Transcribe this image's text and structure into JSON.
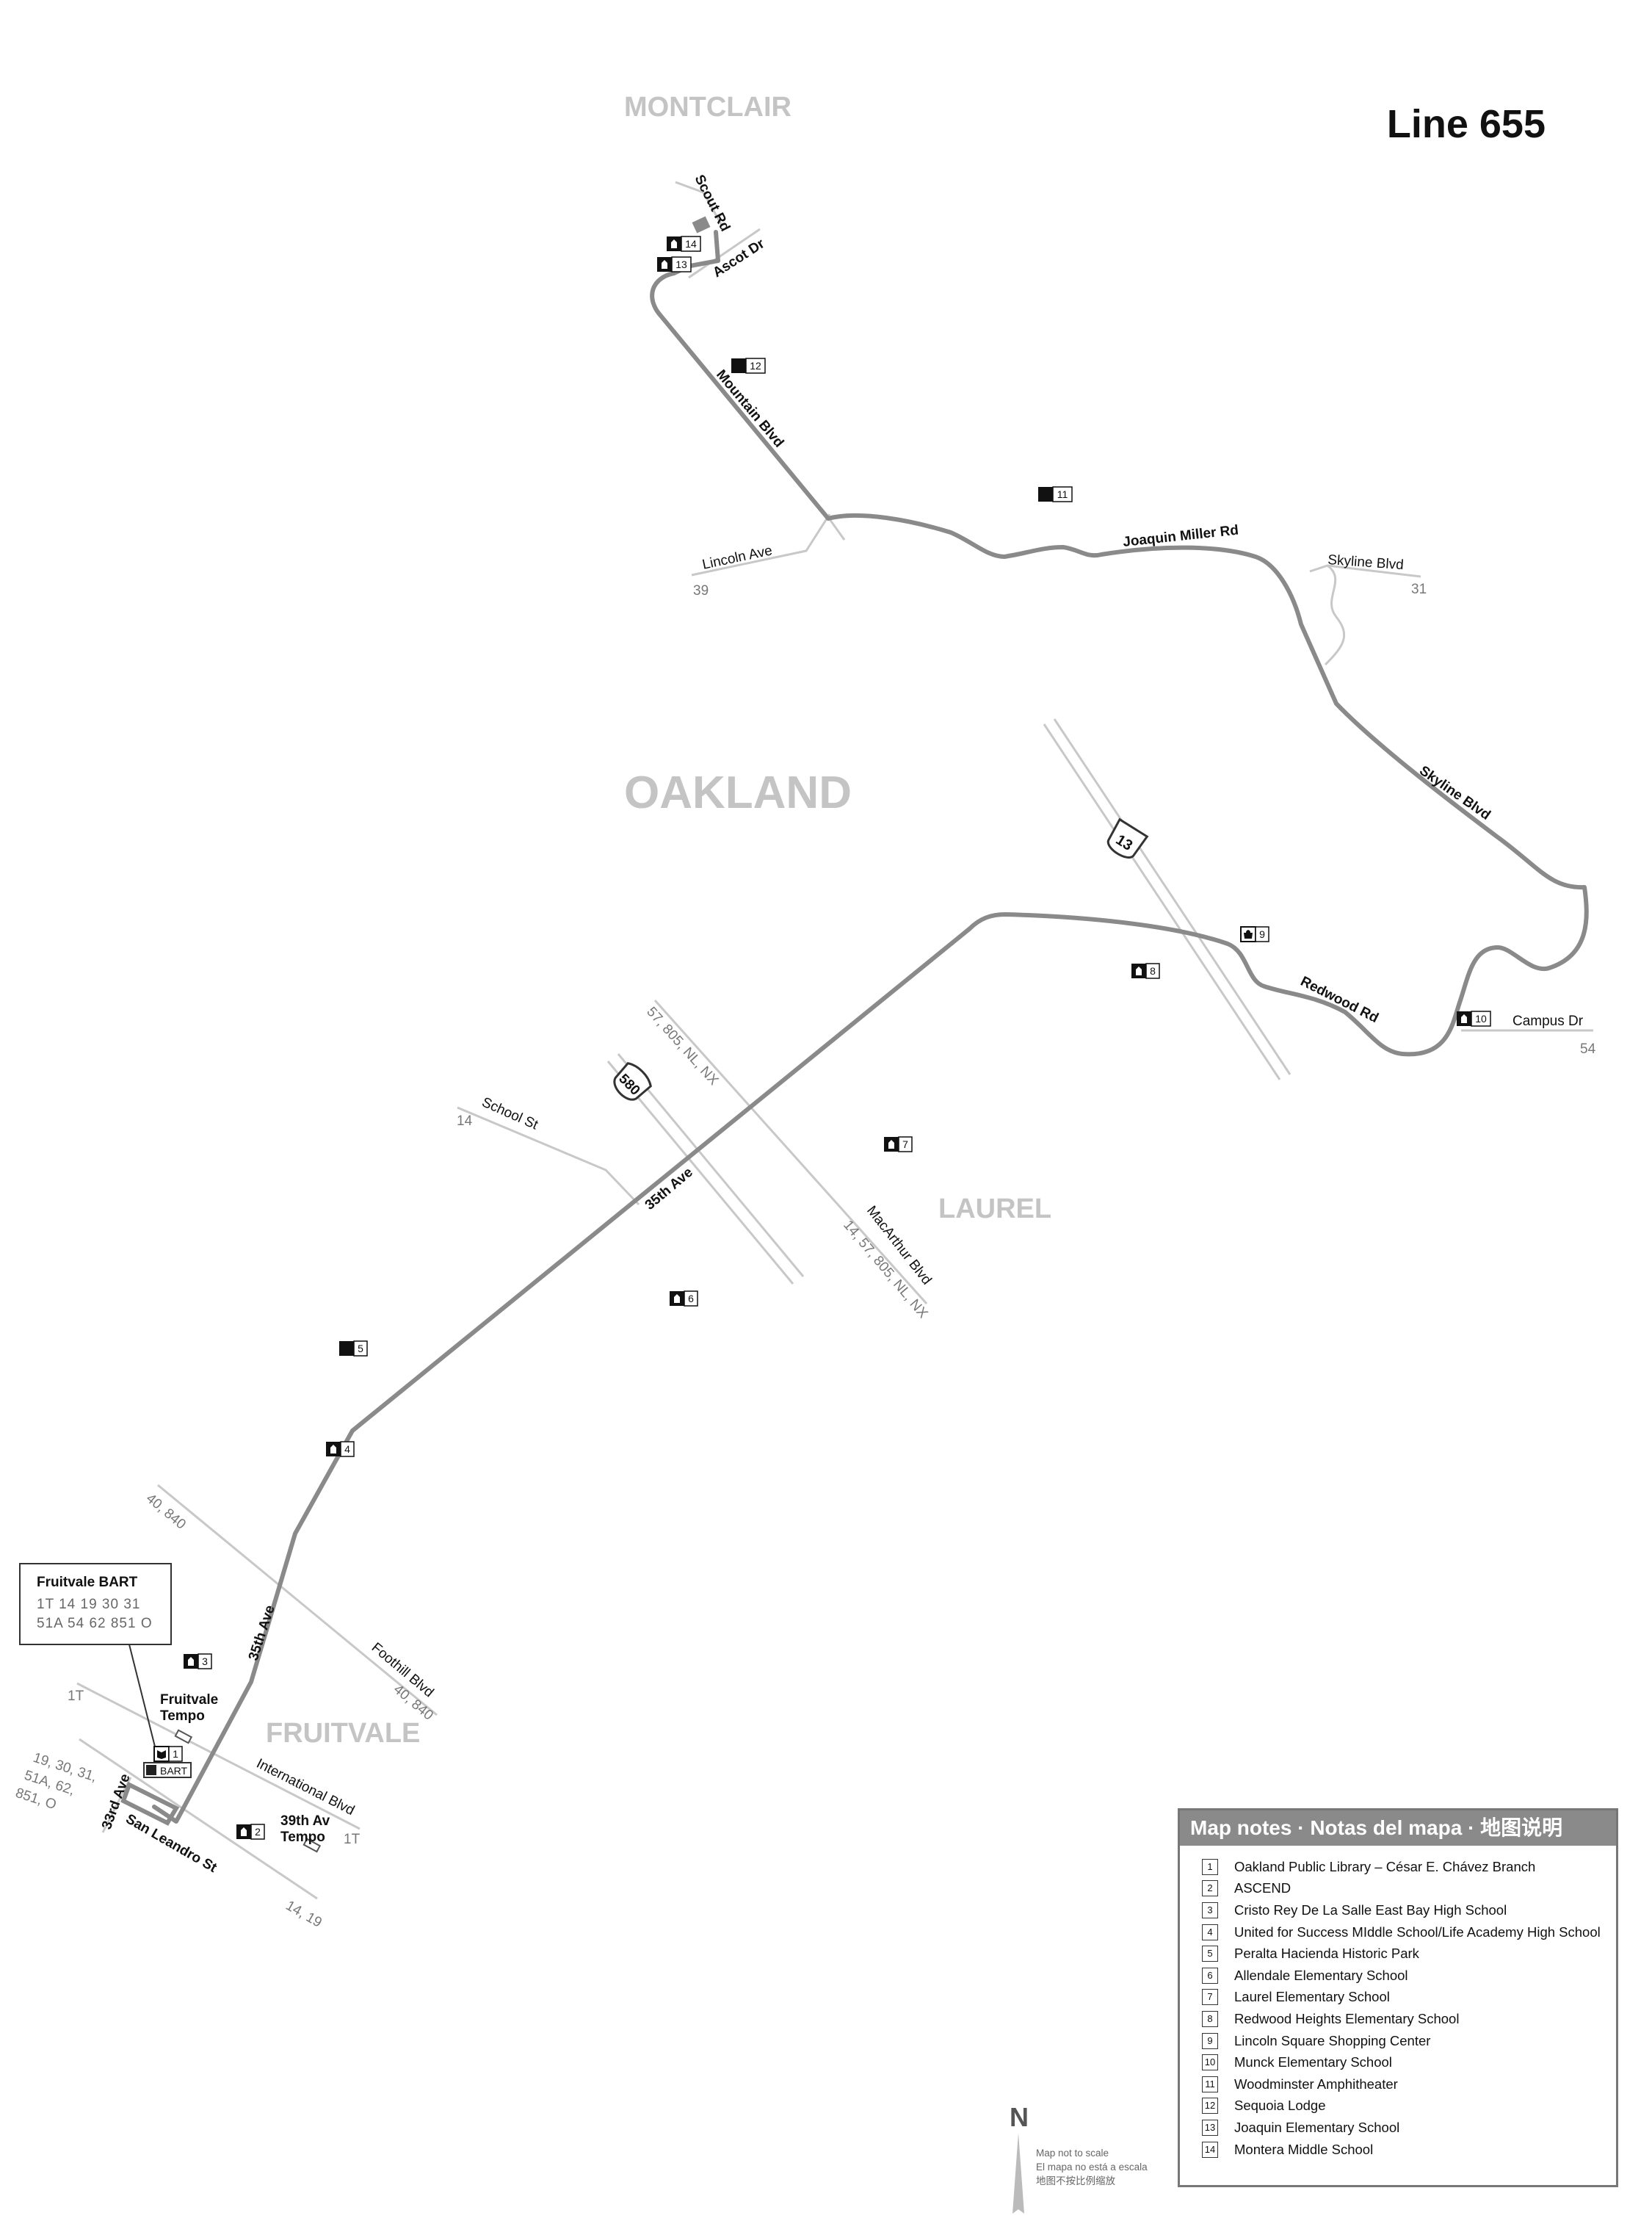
{
  "title": "Line 655",
  "areas": {
    "montclair": "MONTCLAIR",
    "oakland": "OAKLAND",
    "laurel": "LAUREL",
    "fruitvale": "FRUITVALE"
  },
  "streets": {
    "scout_rd": "Scout Rd",
    "ascot_dr": "Ascot Dr",
    "mountain_blvd": "Mountain Blvd",
    "lincoln_ave": "Lincoln Ave",
    "joaquin_miller_rd": "Joaquin Miller Rd",
    "skyline_blvd_top": "Skyline Blvd",
    "skyline_blvd": "Skyline Blvd",
    "redwood_rd": "Redwood Rd",
    "campus_dr": "Campus Dr",
    "macarthur_blvd": "MacArthur Blvd",
    "school_st": "School St",
    "ave_35th": "35th Ave",
    "ave_35th_lower": "35th Ave",
    "foothill_blvd": "Foothill Blvd",
    "international_blvd": "International Blvd",
    "ave_33rd": "33rd Ave",
    "san_leandro_st": "San Leandro St"
  },
  "highways": {
    "hwy13": "13",
    "i580": "580"
  },
  "route_labels": {
    "lincoln": "39",
    "skyline": "31",
    "campus": "54",
    "macarthur_top": "57, 805, NL, NX",
    "macarthur_bottom": "14, 57, 805, NL, NX",
    "school": "14",
    "foothill_top": "40, 840",
    "foothill_bottom": "40, 840",
    "international_left": "1T",
    "international_right": "1T",
    "san_leandro_left_1": "19, 30, 31,",
    "san_leandro_left_2": "51A, 62,",
    "san_leandro_left_3": "851, O",
    "san_leandro_right": "14, 19"
  },
  "stations": {
    "fruitvale_tempo": "Fruitvale\nTempo",
    "tempo_39th": "39th Av\nTempo",
    "bart_badge": "BART"
  },
  "callout": {
    "title": "Fruitvale BART",
    "row1": "1T  14  19  30  31",
    "row2": "51A  54  62  851  O"
  },
  "markers": [
    {
      "num": "1",
      "icon": "library-icon"
    },
    {
      "num": "2",
      "icon": "school-icon"
    },
    {
      "num": "3",
      "icon": "school-icon"
    },
    {
      "num": "4",
      "icon": "school-icon"
    },
    {
      "num": "5",
      "icon": "landmark-icon"
    },
    {
      "num": "6",
      "icon": "school-icon"
    },
    {
      "num": "7",
      "icon": "school-icon"
    },
    {
      "num": "8",
      "icon": "school-icon"
    },
    {
      "num": "9",
      "icon": "shopping-icon"
    },
    {
      "num": "10",
      "icon": "school-icon"
    },
    {
      "num": "11",
      "icon": "landmark-icon"
    },
    {
      "num": "12",
      "icon": "landmark-icon"
    },
    {
      "num": "13",
      "icon": "school-icon"
    },
    {
      "num": "14",
      "icon": "school-icon"
    }
  ],
  "legend": {
    "heading": "Map notes · Notas del mapa · 地图说明",
    "items": [
      {
        "num": "1",
        "label": "Oakland Public Library – César E. Chávez Branch"
      },
      {
        "num": "2",
        "label": "ASCEND"
      },
      {
        "num": "3",
        "label": "Cristo Rey De La Salle East Bay High School"
      },
      {
        "num": "4",
        "label": "United for Success MIddle School/Life Academy High School"
      },
      {
        "num": "5",
        "label": "Peralta Hacienda Historic Park"
      },
      {
        "num": "6",
        "label": "Allendale Elementary School"
      },
      {
        "num": "7",
        "label": "Laurel Elementary School"
      },
      {
        "num": "8",
        "label": "Redwood Heights Elementary School"
      },
      {
        "num": "9",
        "label": "Lincoln Square Shopping Center"
      },
      {
        "num": "10",
        "label": "Munck Elementary School"
      },
      {
        "num": "11",
        "label": "Woodminster Amphitheater"
      },
      {
        "num": "12",
        "label": "Sequoia Lodge"
      },
      {
        "num": "13",
        "label": "Joaquin Elementary School"
      },
      {
        "num": "14",
        "label": "Montera Middle School"
      }
    ]
  },
  "north": {
    "letter": "N",
    "note_en": "Map not to scale",
    "note_es": "El mapa no está a escala",
    "note_zh": "地图不按比例缩放"
  },
  "colors": {
    "route": "#8a8a8a",
    "street": "#c8c8c8",
    "area_label": "#c4c4c4",
    "legend_header": "#8a8a8a"
  }
}
